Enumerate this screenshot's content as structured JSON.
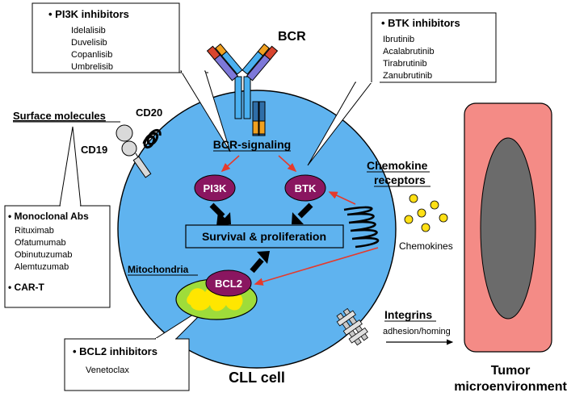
{
  "colors": {
    "cell": "#5fb3ef",
    "receptor_purple": "#8a1660",
    "tumor_red": "#f48b86",
    "tumor_nucleus": "#6b6b6b",
    "mito_green": "#9fdc3a",
    "mito_yellow": "#ffe600",
    "arrow_red": "#e53a2c",
    "chemokine_yellow": "#ffe015"
  },
  "pi3k_box": {
    "title": "PI3K inhibitors",
    "drugs": [
      "Idelalisib",
      "Duvelisib",
      "Copanlisib",
      "Umbrelisib"
    ]
  },
  "btk_box": {
    "title": "BTK inhibitors",
    "drugs": [
      "Ibrutinib",
      "Acalabrutinib",
      "Tirabrutinib",
      "Zanubrutinib"
    ]
  },
  "surface_box": {
    "title1": "Monoclonal Abs",
    "drugs": [
      "Rituximab",
      "Ofatumumab",
      "Obinutuzumab",
      "Alemtuzumab"
    ],
    "title2": "CAR-T"
  },
  "bcl2_box": {
    "title": "BCL2 inhibitors",
    "drugs": [
      "Venetoclax"
    ]
  },
  "labels": {
    "bcr": "BCR",
    "surface_molecules": "Surface molecules",
    "cd20": "CD20",
    "cd19": "CD19",
    "bcr_signaling": "BCR-signaling",
    "pi3k": "PI3K",
    "btk": "BTK",
    "survival": "Survival & proliferation",
    "chemokine_receptors_1": "Chemokine",
    "chemokine_receptors_2": "receptors",
    "chemokines": "Chemokines",
    "mitochondria": "Mitochondria",
    "bcl2": "BCL2",
    "integrins": "Integrins",
    "adhesion": "adhesion/homing",
    "cll_cell": "CLL cell",
    "tumor_1": "Tumor",
    "tumor_2": "microenvironment"
  }
}
